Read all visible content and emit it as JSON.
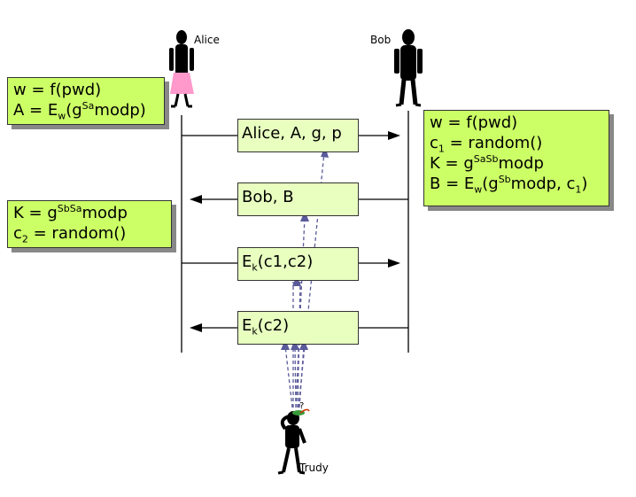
{
  "actors": {
    "alice": "Alice",
    "bob": "Bob",
    "trudy": "Trudy"
  },
  "alice_box1": {
    "line1": "w = f(pwd)",
    "line2_prefix": "A = E",
    "line2_sub": "w",
    "line2_mid": "(g",
    "line2_sup": "Sa",
    "line2_suffix": "modp)"
  },
  "bob_box": {
    "line1": "w = f(pwd)",
    "line2_a": "c",
    "line2_sub": "1",
    "line2_b": " = random()",
    "line3_a": "K = g",
    "line3_sup": "SaSb",
    "line3_b": "modp",
    "line4_a": "B = E",
    "line4_sub1": "w",
    "line4_b": "(g",
    "line4_sup": "Sb",
    "line4_c": "modp, c",
    "line4_sub2": "1",
    "line4_d": ")"
  },
  "alice_box2": {
    "line1_a": "K = g",
    "line1_sup": "SbSa",
    "line1_b": "modp",
    "line2_a": "c",
    "line2_sub": "2",
    "line2_b": " = random()"
  },
  "messages": {
    "m1": "Alice, A, g, p",
    "m2": "Bob, B",
    "m3_a": "E",
    "m3_sub": "k",
    "m3_b": "(c1,c2)",
    "m4_a": "E",
    "m4_sub": "k",
    "m4_b": "(c2)"
  },
  "colors": {
    "note_fill": "#ccff66",
    "message_fill": "#e8ffc0",
    "eavesdrop_arrow": "#5a5a9a",
    "alice_dress": "#ff99cc"
  }
}
